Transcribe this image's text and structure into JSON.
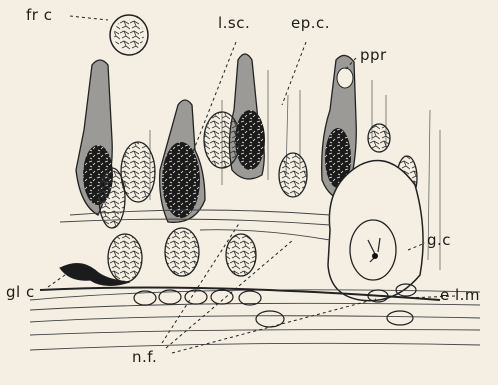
{
  "figure": {
    "labels": {
      "fr_c": "fr c",
      "l_sc": "l.sc.",
      "ep_c": "ep.c.",
      "ppr": "ppr",
      "gl_c": "gl c",
      "g_c": "g.c",
      "e_l_m": "e l.m",
      "n_f": "n.f."
    }
  }
}
